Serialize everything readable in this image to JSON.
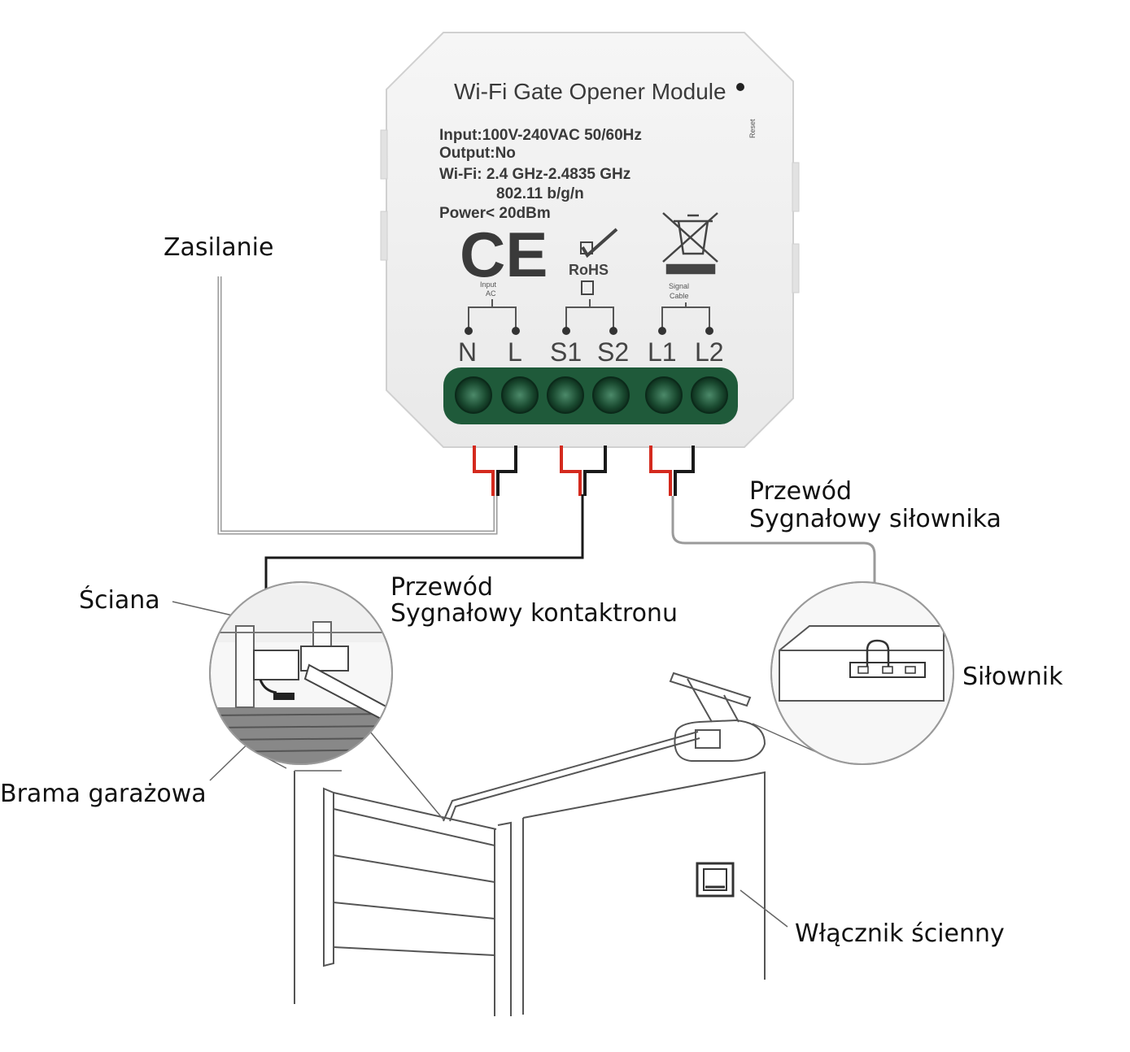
{
  "module": {
    "title": "Wi-Fi Gate Opener Module",
    "reset": "Reset",
    "specs": [
      "Input:100V-240VAC 50/60Hz",
      "Output:No",
      "Wi-Fi: 2.4 GHz-2.4835 GHz",
      "802.11 b/g/n",
      "Power< 20dBm"
    ],
    "ce": "CE",
    "rohs": "RoHS",
    "group_input": [
      "Input",
      "AC"
    ],
    "group_signal": [
      "Signal",
      "Cable"
    ],
    "terminals": [
      "N",
      "L",
      "S1",
      "S2",
      "L1",
      "L2"
    ]
  },
  "labels": {
    "zasilanie": "Zasilanie",
    "przewod_silownika": [
      "Przewód",
      "Sygnałowy siłownika"
    ],
    "sciana": "Ściana",
    "przewod_kontaktronu": [
      "Przewód",
      "Sygnałowy kontaktronu"
    ],
    "silownik": "Siłownik",
    "brama": "Brama garażowa",
    "wlacznik": "Włącznik ścienny"
  },
  "colors": {
    "wire_red": "#d42a1e",
    "wire_black": "#1a1a1a",
    "wire_grey": "#9a9a9a",
    "terminal_green": "#1f5a3a"
  }
}
